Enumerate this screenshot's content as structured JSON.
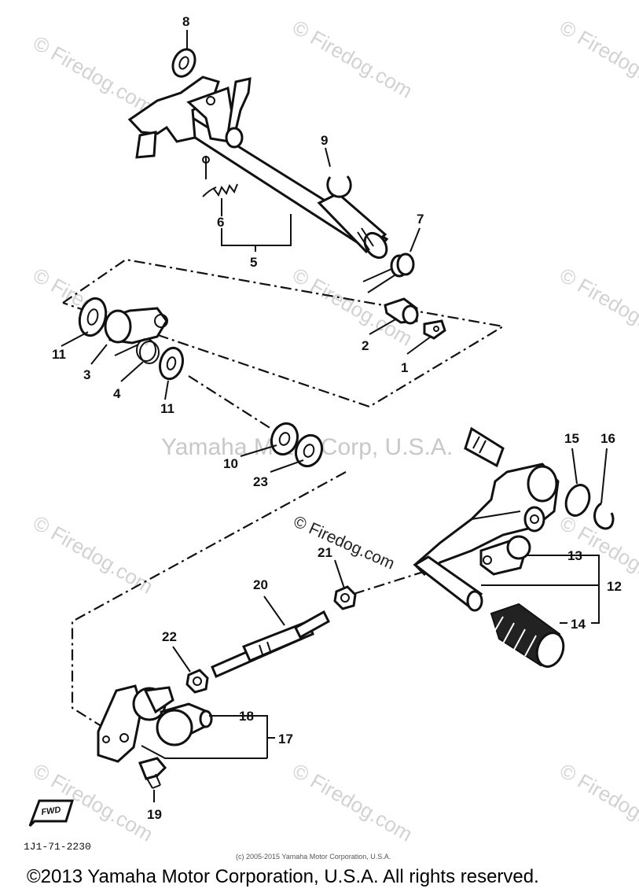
{
  "watermarks": {
    "tile_text": "© Firedog.com",
    "center_text": "Yamaha Motor Corp, U.S.A.",
    "overlay_text": "© Firedog.com"
  },
  "diagram": {
    "code": "1J1-71-2230",
    "fwd_label": "FWD",
    "callouts": [
      "1",
      "2",
      "3",
      "4",
      "5",
      "6",
      "7",
      "8",
      "9",
      "10",
      "11",
      "11",
      "12",
      "13",
      "14",
      "15",
      "16",
      "17",
      "18",
      "19",
      "20",
      "21",
      "22",
      "23"
    ]
  },
  "footer": {
    "small_print": "(c) 2005-2015 Yamaha Motor Corporation, U.S.A.",
    "copyright": "©2013 Yamaha Motor Corporation, U.S.A. All rights reserved."
  }
}
